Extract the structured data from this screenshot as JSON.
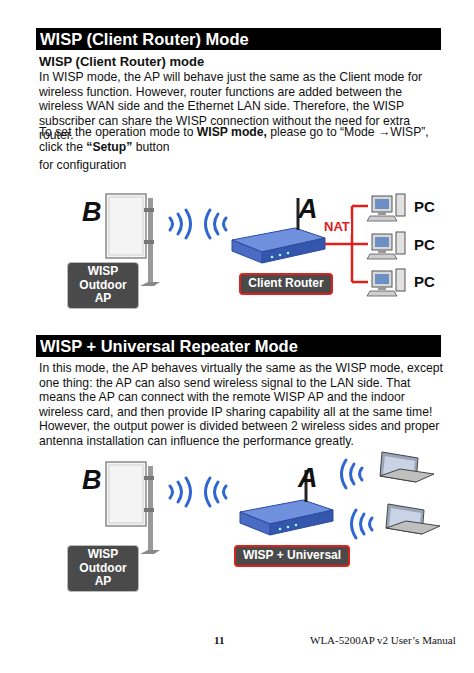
{
  "diagram": {
    "title": "WISP (Client Router) Mode",
    "nodes": [
      {
        "text": [
          "WISP Outdoor AP"
        ]
      },
      {
        "text": [
          "Client Router"
        ]
      },
      {
        "text": [
          "WISP Outdoor AP"
        ]
      },
      {
        "text": [
          "WISP + Universal"
        ]
      }
    ],
    "labels": [
      "WISP (Client Router) mode",
      "In WISP mode, the AP will behave just the same as the Client mode for wireless function. However, router functions are added between the wireless WAN side and the Ethernet LAN side. Therefore, the WISP subscriber can share the WISP connection without the need for extra router.",
      "To set the operation mode to",
      "WISP mode,",
      "please go to “Mode →WISP”, click the",
      "“Setup”",
      "button",
      "for configuration",
      "B",
      "A",
      "NAT",
      "PC",
      "PC",
      "PC",
      "WISP + Universal Repeater Mode",
      "In this mode, the AP behaves virtually the same as the WISP mode, except one thing: the AP can also send wireless signal to the LAN side. That means the AP can connect with the remote WISP AP and the indoor wireless card, and then provide IP sharing capability all at the same time! However, the output power is divided between 2 wireless sides and proper antenna installation can influence the performance greatly.",
      "B",
      "A",
      "11",
      "WLA-5200AP v2 User’s Manual"
    ]
  }
}
